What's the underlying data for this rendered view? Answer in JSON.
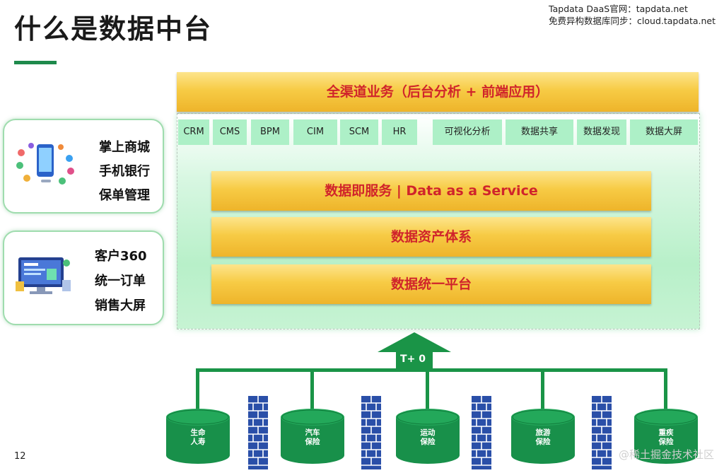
{
  "title": "什么是数据中台",
  "header_note": {
    "line1": "Tapdata DaaS官网：tapdata.net",
    "line2": "免费异构数据库同步：cloud.tapdata.net"
  },
  "left_cards": [
    {
      "items": [
        "掌上商城",
        "手机银行",
        "保单管理"
      ]
    },
    {
      "items": [
        "客户360",
        "统一订单",
        "销售大屏"
      ]
    }
  ],
  "top_bar": "全渠道业务（后台分析 + 前端应用）",
  "chips": [
    "CRM",
    "CMS",
    "BPM",
    "CIM",
    "SCM",
    "HR",
    "可视化分析",
    "数据共享",
    "数据发现",
    "数据大屏"
  ],
  "layers": [
    "数据即服务 | Data as a Service",
    "数据资产体系",
    "数据统一平台"
  ],
  "arrow_label": "T+ 0",
  "databases": [
    {
      "line1": "生命",
      "line2": "人寿"
    },
    {
      "line1": "汽车",
      "line2": "保险"
    },
    {
      "line1": "运动",
      "line2": "保险"
    },
    {
      "line1": "旅游",
      "line2": "保险"
    },
    {
      "line1": "重疾",
      "line2": "保险"
    }
  ],
  "page_number": "12",
  "watermark": "@稀土掘金技术社区",
  "colors": {
    "brand_green": "#1a9447",
    "bar_yellow": "#f7cb45",
    "bar_text_red": "#d0242b",
    "chip_green": "#adf0c7",
    "wall_blue": "#2a4fa8"
  }
}
